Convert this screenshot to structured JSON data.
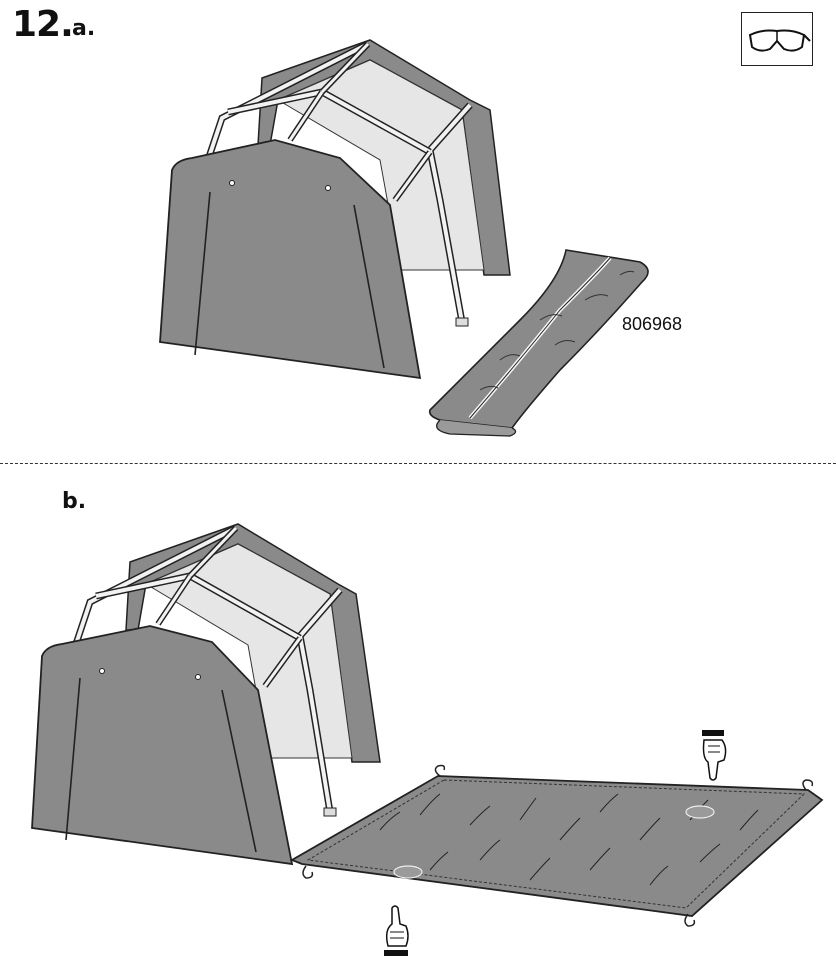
{
  "step": {
    "number": "12.",
    "sub_a": "a.",
    "sub_b": "b."
  },
  "part_code": "806968",
  "icons": {
    "safety": "safety-goggles-icon",
    "hand_up": "pointing-hand-up-icon",
    "hand_down": "pointing-hand-down-icon"
  },
  "colors": {
    "cover_gray": "#8a8a8a",
    "cover_dark": "#6e6e6e",
    "frame_inside": "#e8e8e8",
    "outline": "#222222"
  }
}
